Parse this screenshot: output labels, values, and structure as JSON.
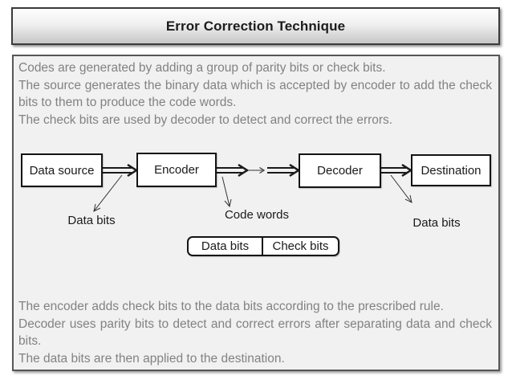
{
  "slide": {
    "title": "Error Correction Technique",
    "intro_lines": [
      "Codes are generated by adding a group of parity bits or check bits.",
      "The source generates the binary data which is accepted by encoder to add the check bits to them to produce the code words.",
      "The check bits are used by decoder to detect and correct the errors."
    ],
    "outro_lines": [
      "The encoder adds check bits to the data bits according to the prescribed rule.",
      "Decoder uses parity bits to detect and correct errors after separating data and check bits.",
      "The data bits are then applied to the destination."
    ],
    "diagram": {
      "boxes": [
        {
          "label": "Data source"
        },
        {
          "label": "Encoder"
        },
        {
          "label": "Decoder"
        },
        {
          "label": "Destination"
        }
      ],
      "float_labels": {
        "data_bits_left": "Data bits",
        "code_words": "Code words",
        "data_bits_right": "Data bits"
      },
      "codeword": {
        "left": "Data bits",
        "right": "Check bits"
      }
    },
    "colors": {
      "title_border": "#3b3b3b",
      "title_gradient_top": "#fdfdfd",
      "title_gradient_bottom": "#c7c7c7",
      "content_bg": "#f1f1f1",
      "content_border": "#575757",
      "paragraph_text": "#828282",
      "box_fill": "#ffffff",
      "box_border": "#141414",
      "arrow": "#1a1a1a"
    }
  }
}
